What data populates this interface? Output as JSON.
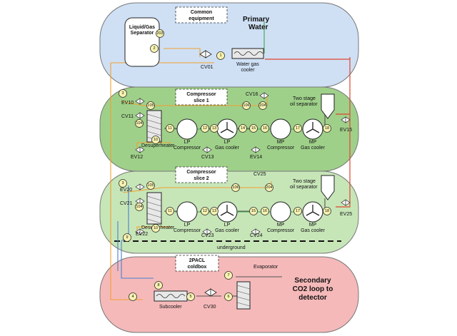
{
  "sections": {
    "common": {
      "title": "Common\nequipment",
      "subtitle": "Primary\nWater",
      "color": "#cfe0f5"
    },
    "slice1": {
      "title": "Compressor\nslice 1",
      "color": "#9fd08a"
    },
    "slice2": {
      "title": "Compressor\nslice 2",
      "color": "#c7e6b8"
    },
    "coldbox": {
      "title": "2PACL\ncoldbox",
      "color": "#f5b9b9"
    }
  },
  "labels": {
    "separator": "Liquid/Gas\nSeparator",
    "water_gas_cooler": "Water gas\ncooler",
    "cv01": "CV01",
    "two_stage_sep": "Two stage\noil separator",
    "desuperheater": "Desuperheater",
    "lp_compressor": "LP\nCompressor",
    "lp_gas_cooler": "LP\nGas cooler",
    "mp_compressor": "MP\nCompressor",
    "mp_gas_cooler": "MP\nGas cooler",
    "ev10": "EV10",
    "cv11": "CV11",
    "ev12": "EV12",
    "cv13": "CV13",
    "ev14": "EV14",
    "ev15": "EV15",
    "cv16": "CV16",
    "ev20": "EV20",
    "cv21": "CV21",
    "ev22": "EV22",
    "cv23": "CV23",
    "cv24": "CV24",
    "ev25a": "EV25",
    "cv25": "CV25",
    "underground": "underground",
    "evaporator": "Evaporator",
    "subcooler": "Subcooler",
    "cv30": "CV30",
    "secondary": "Secondary\nCO2 loop to\ndetector"
  },
  "nodes": {
    "n203": "203",
    "n2": "2",
    "n1": "1",
    "n3": "3",
    "n105": "105",
    "n104": "104",
    "n10": "10",
    "n11": "11",
    "n12": "12",
    "n13": "13",
    "n14": "14",
    "n15": "15",
    "n16": "16",
    "n17": "17",
    "n18": "18",
    "n106": "106",
    "n204": "204",
    "n3b": "3",
    "n105b": "105",
    "n104b": "104",
    "n10b": "10",
    "n11b": "11",
    "n12b": "12",
    "n13b": "13",
    "n15b": "15",
    "n16b": "16",
    "n17b": "17",
    "n18b": "18",
    "n106b": "106",
    "n204b": "204",
    "n9": "9",
    "n8": "8",
    "n4": "4",
    "n5": "5",
    "n6": "6",
    "n7": "7"
  }
}
